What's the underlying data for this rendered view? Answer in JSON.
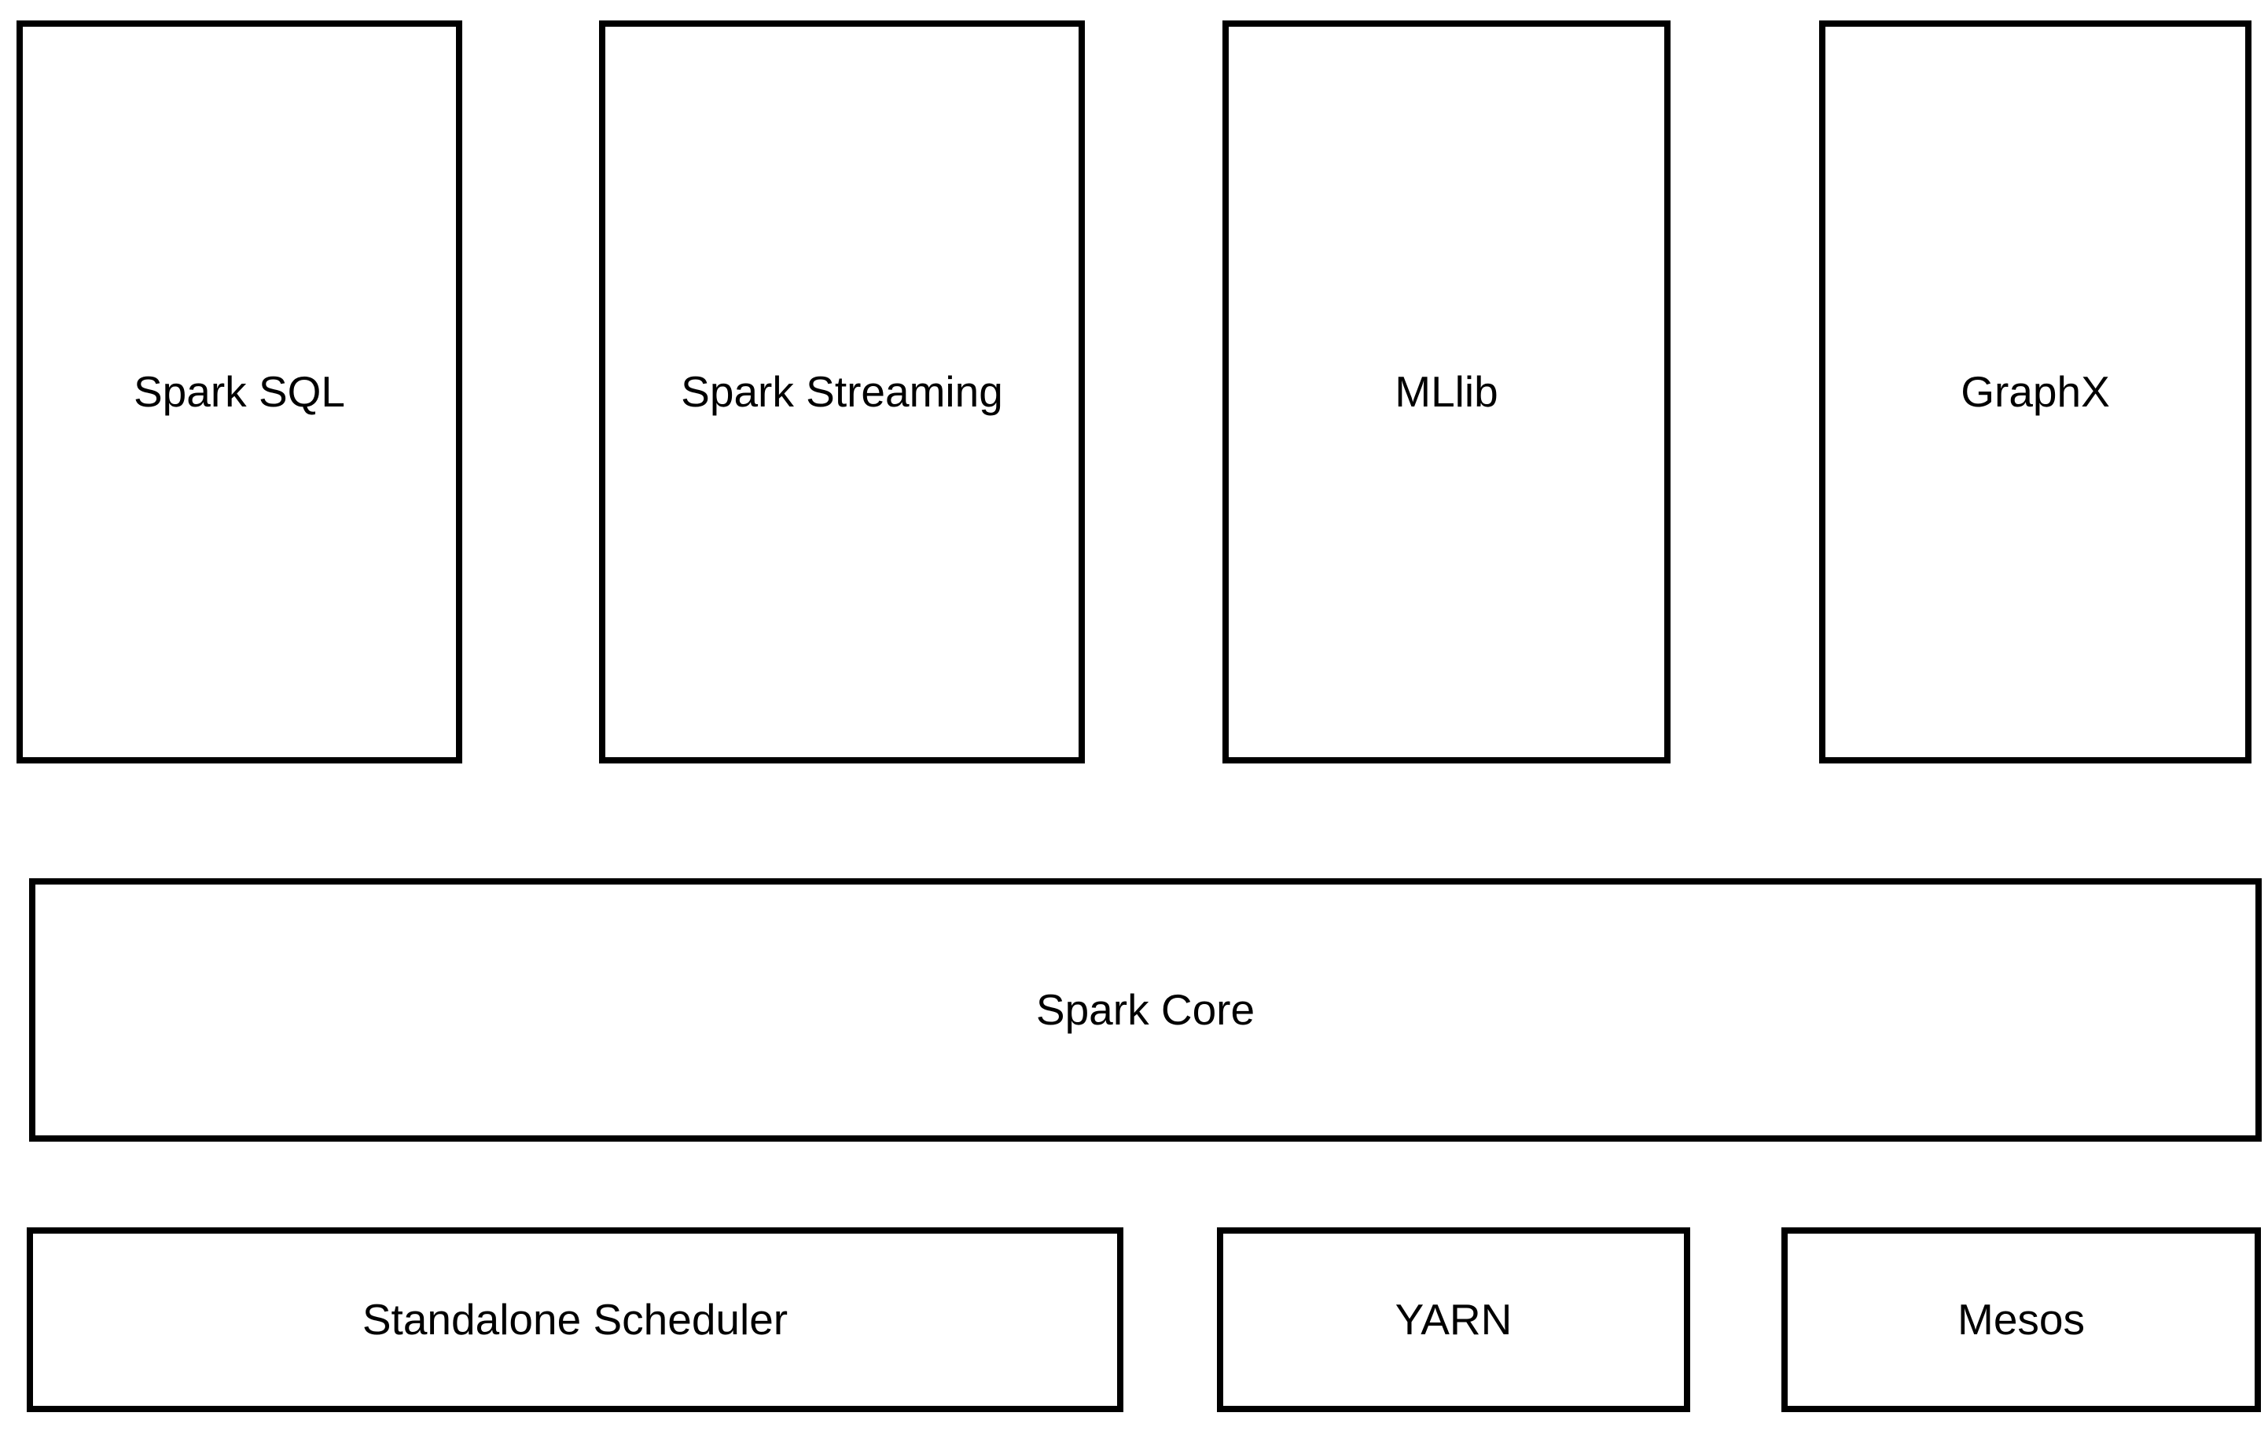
{
  "diagram": {
    "colors": {
      "background": "#ffffff",
      "box_fill": "#ffffff",
      "box_border": "#000000",
      "text": "#000000"
    },
    "top_row": [
      {
        "label": "Spark SQL"
      },
      {
        "label": "Spark Streaming"
      },
      {
        "label": "MLlib"
      },
      {
        "label": "GraphX"
      }
    ],
    "middle_row": [
      {
        "label": "Spark Core"
      }
    ],
    "bottom_row": [
      {
        "label": "Standalone Scheduler"
      },
      {
        "label": "YARN"
      },
      {
        "label": "Mesos"
      }
    ]
  }
}
